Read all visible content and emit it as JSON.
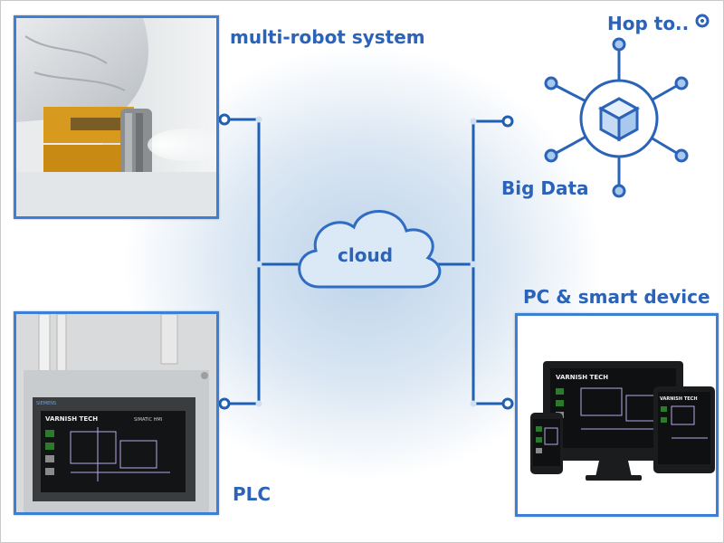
{
  "labels": {
    "robot": "multi-robot system",
    "plc": "PLC",
    "cloud": "cloud",
    "bigdata": "Big Data",
    "devices": "PC & smart device",
    "hop": "Hop to.."
  },
  "screen": {
    "brand": "VARNISH TECH",
    "panel_model": "SIMATIC HMI",
    "panel_vendor": "SIEMENS"
  },
  "colors": {
    "accent": "#2a63b8",
    "frame": "#3b7fd6",
    "connector": "#1f5fb4"
  },
  "icons": {
    "hop": "target-dot-icon",
    "bigdata": "network-hub-cube-icon",
    "cloud": "cloud-icon"
  }
}
